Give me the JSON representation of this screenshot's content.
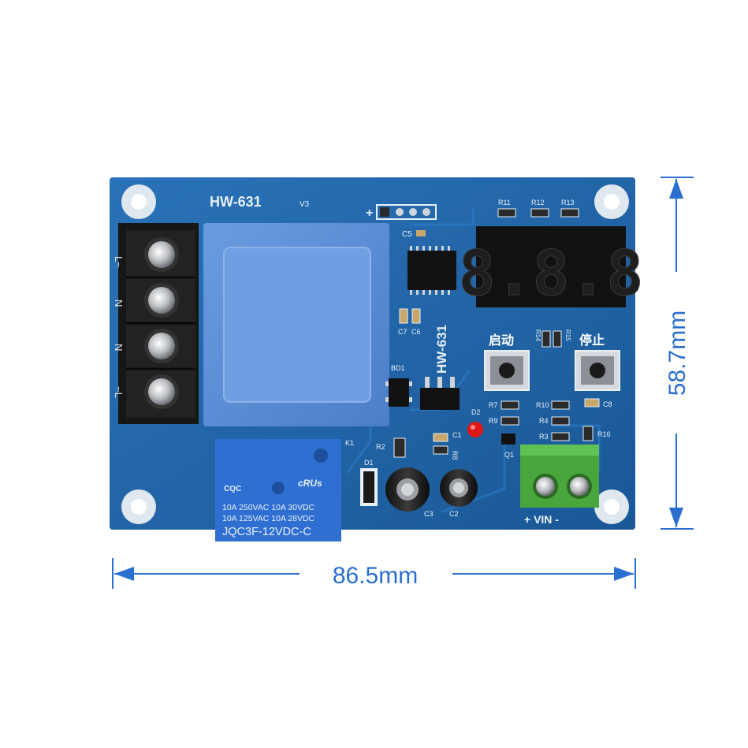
{
  "board": {
    "model": "HW-631",
    "version": "V3",
    "model_vertical": "HW-631",
    "display_digits": "8.8.8",
    "start_label": "启动",
    "stop_label": "停止",
    "vin_label": "+ VIN -",
    "header_plus": "+",
    "terminal_labels": [
      "L~",
      "N",
      "N",
      "~L"
    ],
    "component_labels": {
      "r11": "R11",
      "r12": "R12",
      "r13": "R13",
      "c5": "C5",
      "c7": "C7",
      "c6": "C6",
      "bd1": "BD1",
      "r2": "R2",
      "d1": "D1",
      "k1": "K1",
      "c1": "C1",
      "r8": "R8",
      "d2": "D2",
      "r9": "R9",
      "r7": "R7",
      "q1": "Q1",
      "c3": "C3",
      "c2": "C2",
      "r14": "R14",
      "r15": "R15",
      "r10": "R10",
      "r4": "R4",
      "r3": "R3",
      "r16": "R16",
      "c8": "C8"
    },
    "relay": {
      "line1": "10A 250VAC 10A 30VDC",
      "line2": "10A 125VAC 10A 28VDC",
      "model": "JQC3F-12VDC-C",
      "cert": "CQC",
      "ul": "cRUs"
    }
  },
  "dimensions": {
    "width": "86.5mm",
    "height": "58.7mm"
  },
  "colors": {
    "pcb": "#1f63a8",
    "transformer": "#5b8fd6",
    "relay": "#2f6fd2",
    "terminal_green": "#58b84a",
    "dimension": "#2a6fd0",
    "display_red": "#ff2a2a"
  }
}
